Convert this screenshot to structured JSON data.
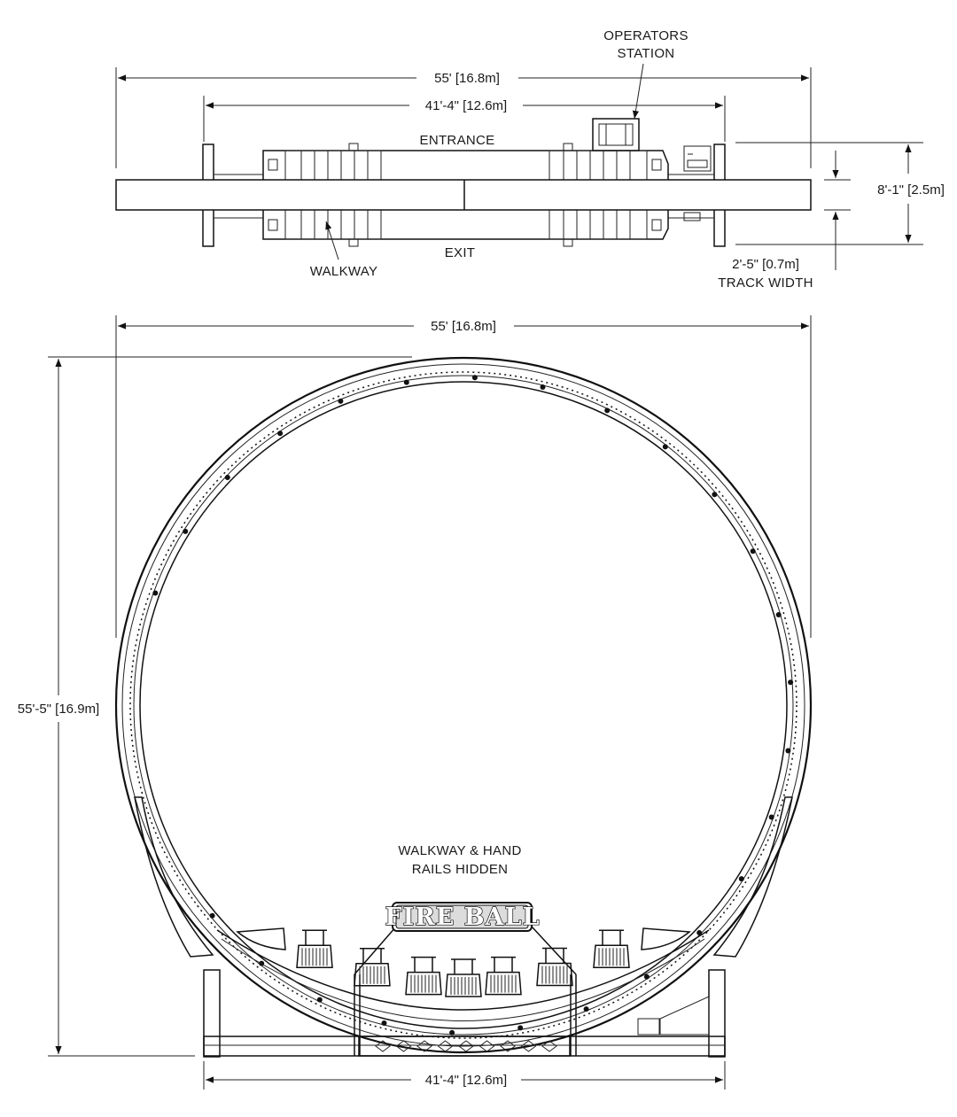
{
  "drawing": {
    "top_view": {
      "overall_length": "55' [16.8m]",
      "platform_length": "41'-4\" [12.6m]",
      "entrance_label": "ENTRANCE",
      "exit_label": "EXIT",
      "walkway_label": "WALKWAY",
      "operators_label_line1": "OPERATORS",
      "operators_label_line2": "STATION",
      "depth_dim": "8'-1\" [2.5m]",
      "track_width_dim": "2'-5\" [0.7m]",
      "track_width_label": "TRACK WIDTH"
    },
    "front_view": {
      "overall_width": "55' [16.8m]",
      "overall_height": "55'-5\" [16.9m]",
      "base_width": "41'-4\" [12.6m]",
      "hidden_note_line1": "WALKWAY & HAND",
      "hidden_note_line2": "RAILS HIDDEN",
      "logo_text": "FIRE BALL"
    }
  }
}
